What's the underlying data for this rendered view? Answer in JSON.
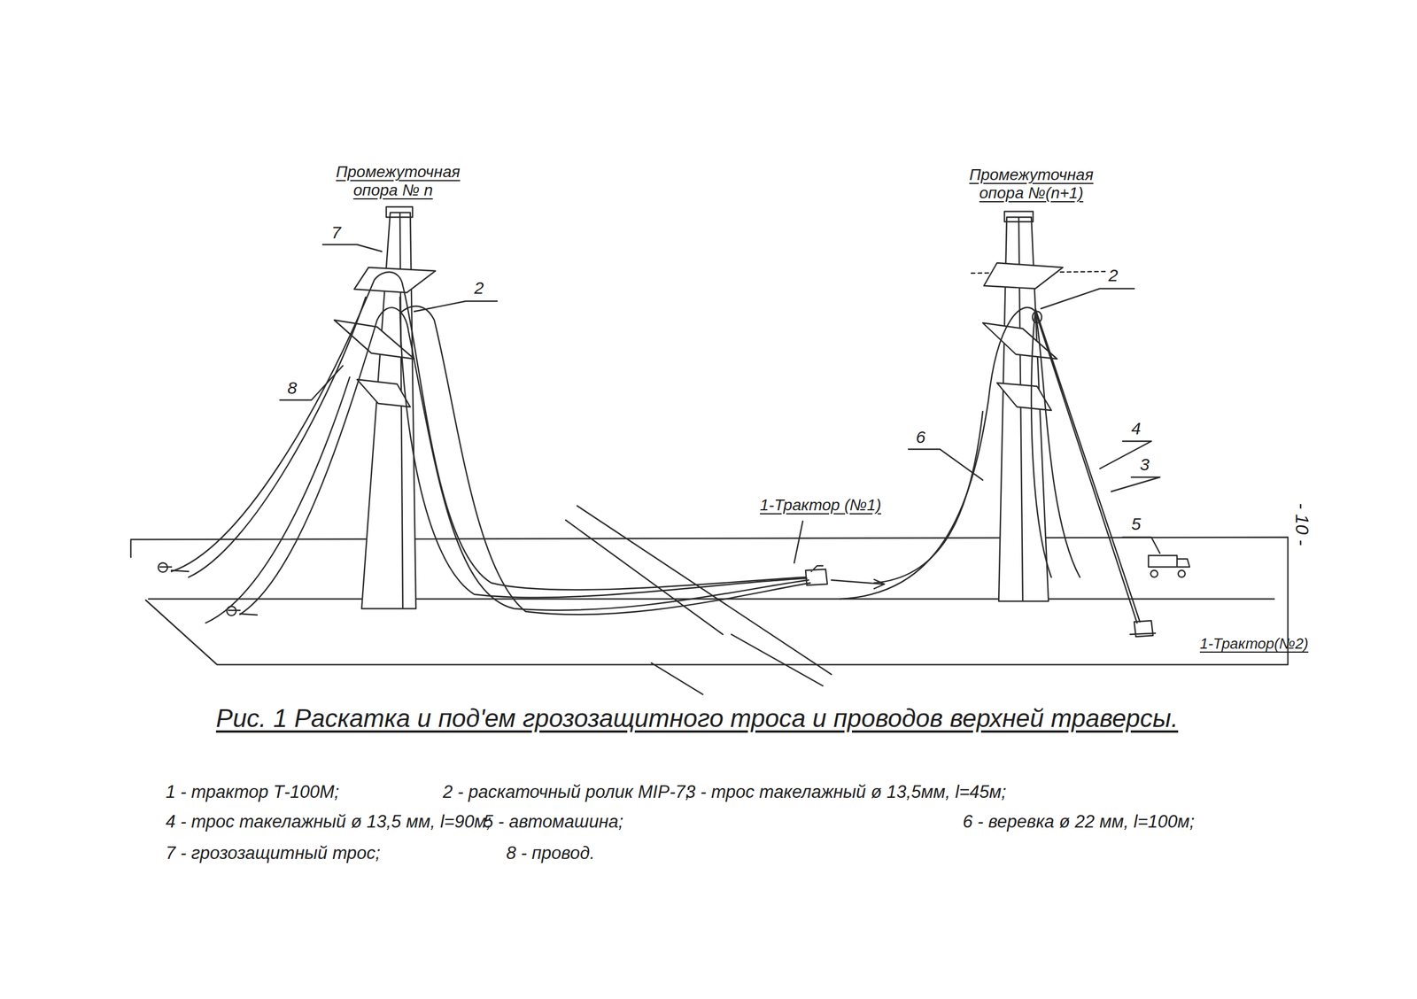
{
  "diagram": {
    "caption": "Рис. 1 Раскатка и под'ем грозозащитного троса и проводов верхней траверсы.",
    "labels": [
      "Промежуточная опора № n",
      "Промежуточная опора №(n+1)",
      "7",
      "2",
      "8",
      "2",
      "6",
      "4",
      "3",
      "5",
      "1-Трактор (№1)",
      "1-Трактор(№2)",
      "- 10 -",
      "1 - трактор Т-100М;",
      "2 - раскаточный ролик МІР-7;",
      "3 - трос такелажный ø 13,5мм, l=45м;",
      "4 - трос такелажный ø 13,5 мм, l=90м;",
      "5 - автомашина;",
      "6 - веревка ø 22 мм, l=100м;",
      "7 - грозозащитный трос;",
      "8 - провод."
    ]
  }
}
